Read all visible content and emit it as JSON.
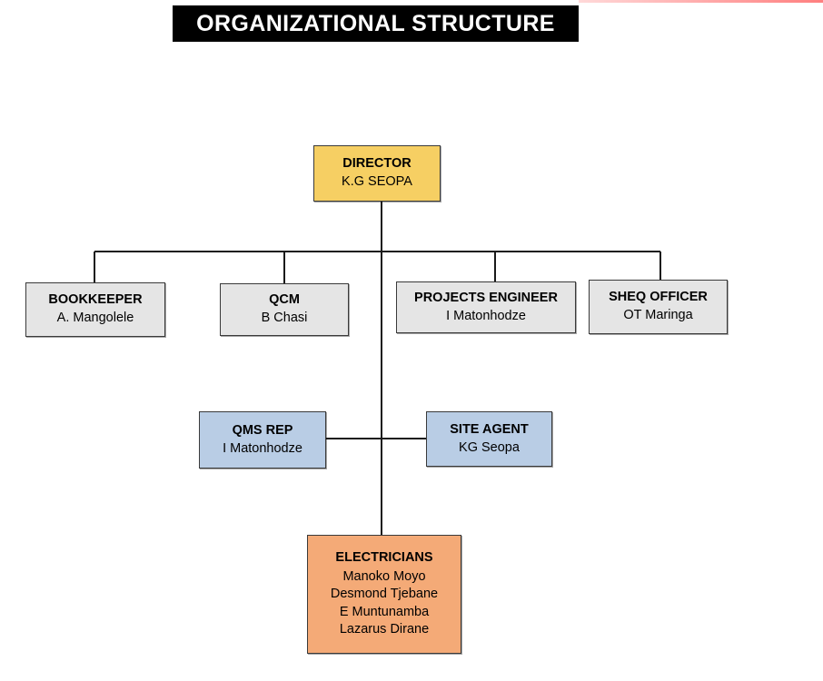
{
  "page": {
    "title": "ORGANIZATIONAL STRUCTURE",
    "background_color": "#FFFFFF"
  },
  "colors": {
    "banner_background": "#000000",
    "banner_text": "#FFFFFF",
    "director_fill": "#F6CF63",
    "department_fill": "#E5E5E5",
    "quality_fill": "#B9CDE5",
    "electricians_fill": "#F4AA77",
    "box_border": "#3A3A3A",
    "connector_line": "#1A1A1A",
    "top_rule": "#FF8A8A"
  },
  "chart_data": {
    "type": "diagram",
    "subtype": "org-chart",
    "title": "ORGANIZATIONAL STRUCTURE",
    "nodes": [
      {
        "id": "director",
        "role": "DIRECTOR",
        "person": "K.G SEOPA",
        "level": 1,
        "fill": "#F6CF63"
      },
      {
        "id": "bookkeeper",
        "role": "BOOKKEEPER",
        "person": "A.   Mangolele",
        "level": 2,
        "fill": "#E5E5E5"
      },
      {
        "id": "qcm",
        "role": "QCM",
        "person": "B Chasi",
        "level": 2,
        "fill": "#E5E5E5"
      },
      {
        "id": "projects_engineer",
        "role": "PROJECTS ENGINEER",
        "person": "I Matonhodze",
        "level": 2,
        "fill": "#E5E5E5"
      },
      {
        "id": "sheq_officer",
        "role": "SHEQ OFFICER",
        "person": "OT Maringa",
        "level": 2,
        "fill": "#E5E5E5"
      },
      {
        "id": "qms_rep",
        "role": "QMS REP",
        "person": "I Matonhodze",
        "level": 3,
        "fill": "#B9CDE5"
      },
      {
        "id": "site_agent",
        "role": "SITE AGENT",
        "person": "KG Seopa",
        "level": 3,
        "fill": "#B9CDE5"
      },
      {
        "id": "electricians",
        "role": "ELECTRICIANS",
        "people": [
          "Manoko Moyo",
          "Desmond Tjebane",
          "E Muntunamba",
          "Lazarus Dirane"
        ],
        "level": 4,
        "fill": "#F4AA77"
      }
    ],
    "edges": [
      {
        "from": "director",
        "to": "bookkeeper"
      },
      {
        "from": "director",
        "to": "qcm"
      },
      {
        "from": "director",
        "to": "projects_engineer"
      },
      {
        "from": "director",
        "to": "sheq_officer"
      },
      {
        "from": "director",
        "to": "qms_rep"
      },
      {
        "from": "director",
        "to": "site_agent"
      },
      {
        "from": "director",
        "to": "electricians"
      }
    ]
  },
  "nodes": {
    "director": {
      "role": "DIRECTOR",
      "person": "K.G SEOPA"
    },
    "bookkeeper": {
      "role": "BOOKKEEPER",
      "person": "A.   Mangolele"
    },
    "qcm": {
      "role": "QCM",
      "person": "B Chasi"
    },
    "projects_engineer": {
      "role": "PROJECTS ENGINEER",
      "person": "I Matonhodze"
    },
    "sheq_officer": {
      "role": "SHEQ OFFICER",
      "person": "OT Maringa"
    },
    "qms_rep": {
      "role": "QMS REP",
      "person": "I Matonhodze"
    },
    "site_agent": {
      "role": "SITE AGENT",
      "person": "KG Seopa"
    },
    "electricians": {
      "role": "ELECTRICIANS",
      "person_1": "Manoko Moyo",
      "person_2": "Desmond Tjebane",
      "person_3": "E Muntunamba",
      "person_4": "Lazarus Dirane"
    }
  }
}
